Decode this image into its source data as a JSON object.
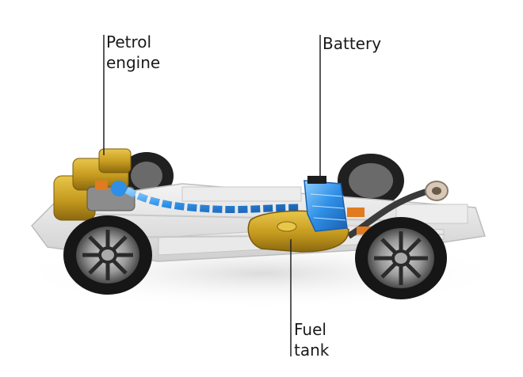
{
  "labels": {
    "petrol_engine": {
      "line1": "Petrol",
      "line2": "engine"
    },
    "battery": {
      "line1": "Battery"
    },
    "fuel_tank": {
      "line1": "Fuel",
      "line2": "tank"
    }
  },
  "colors": {
    "label_text": "#1a1a1a",
    "leader_line": "#222222",
    "chassis": "#e2e2e2",
    "engine_gold": "#c9a227",
    "battery_blue": "#2f8fe6",
    "cable_blue": "#3a9ff0",
    "tyre": "#1c1c1c"
  }
}
